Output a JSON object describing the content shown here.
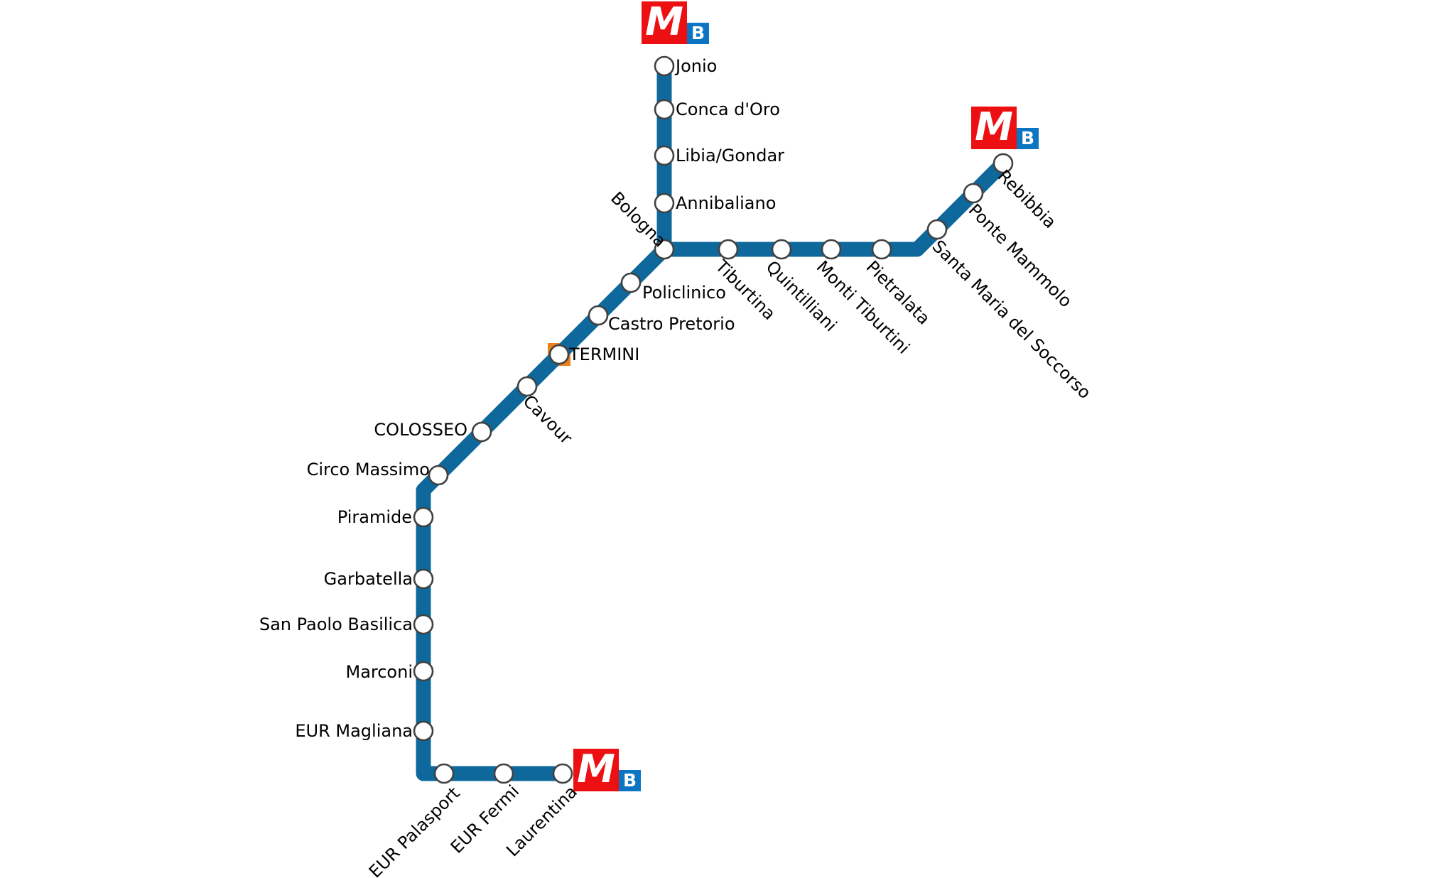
{
  "logo": {
    "metro_letter": "M",
    "line_letter": "B"
  },
  "colors": {
    "line_color": "#0F689B",
    "interchange_color": "#EE7E1A",
    "logo_red": "#EC1013",
    "badge_blue": "#0C75C1",
    "dot_stroke": "#414141",
    "dot_fill": "#FFFFFF",
    "label_color": "#000000"
  },
  "stations": [
    {
      "name": "Jonio"
    },
    {
      "name": "Conca d'Oro"
    },
    {
      "name": "Libia/Gondar"
    },
    {
      "name": "Annibaliano"
    },
    {
      "name": "Bologna"
    },
    {
      "name": "Tiburtina"
    },
    {
      "name": "Quintilliani"
    },
    {
      "name": "Monti Tiburtini"
    },
    {
      "name": "Pietralata"
    },
    {
      "name": "Santa Maria del Soccorso"
    },
    {
      "name": "Ponte Mammolo"
    },
    {
      "name": "Rebibbia"
    },
    {
      "name": "Policlinico"
    },
    {
      "name": "Castro Pretorio"
    },
    {
      "name": "TERMINI"
    },
    {
      "name": "Cavour"
    },
    {
      "name": "COLOSSEO"
    },
    {
      "name": "Circo Massimo"
    },
    {
      "name": "Piramide"
    },
    {
      "name": "Garbatella"
    },
    {
      "name": "San Paolo Basilica"
    },
    {
      "name": "Marconi"
    },
    {
      "name": "EUR Magliana"
    },
    {
      "name": "EUR Palasport"
    },
    {
      "name": "EUR Fermi"
    },
    {
      "name": "Laurentina"
    }
  ]
}
